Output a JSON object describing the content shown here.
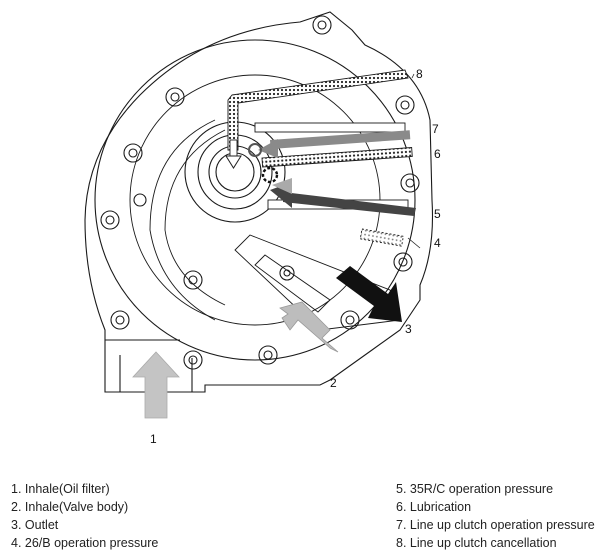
{
  "callouts": {
    "c1": "1",
    "c2": "2",
    "c3": "3",
    "c4": "4",
    "c5": "5",
    "c6": "6",
    "c7": "7",
    "c8": "8"
  },
  "legend": {
    "items": [
      "1. Inhale(Oil filter)",
      "2. Inhale(Valve body)",
      "3. Outlet",
      "4. 26/B operation pressure",
      "5. 35R/C operation pressure",
      "6. Lubrication",
      "7. Line up clutch operation pressure",
      "8. Line up clutch cancellation"
    ]
  }
}
